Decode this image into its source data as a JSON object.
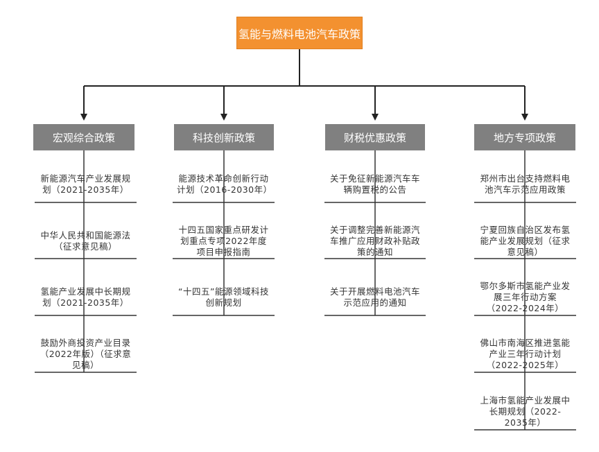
{
  "title": "氢能与燃料电池汽车政策",
  "categories": [
    {
      "name": "宏观综合政策",
      "items": [
        "新能源汽车产业发展规划（2021-2035年）",
        "中华人民共和国能源法（征求意见稿）",
        "氢能产业发展中长期规划（2021-2035年）",
        "鼓励外商投资产业目录（2022年版）（征求意见稿）"
      ]
    },
    {
      "name": "科技创新政策",
      "items": [
        "能源技术革命创新行动计划（2016-2030年）",
        "十四五国家重点研发计划重点专项2022年度项目申报指南",
        "“十四五”能源领域科技创新规划"
      ]
    },
    {
      "name": "财税优惠政策",
      "items": [
        "关于免征新能源汽车车辆购置税的公告",
        "关于调整完善新能源汽车推广应用财政补贴政策的通知",
        "关于开展燃料电池汽车示范应用的通知"
      ]
    },
    {
      "name": "地方专项政策",
      "items": [
        "郑州市出台支持燃料电池汽车示范应用政策",
        "宁夏回族自治区发布氢能产业发展规划（征求意见稿）",
        "鄂尔多斯市氢能产业发展三年行动方案（2022-2024年）",
        "佛山市南海区推进氢能产业三年行动计划（2022-2025年）",
        "上海市氢能产业发展中长期规划（2022-2035年）"
      ]
    }
  ]
}
